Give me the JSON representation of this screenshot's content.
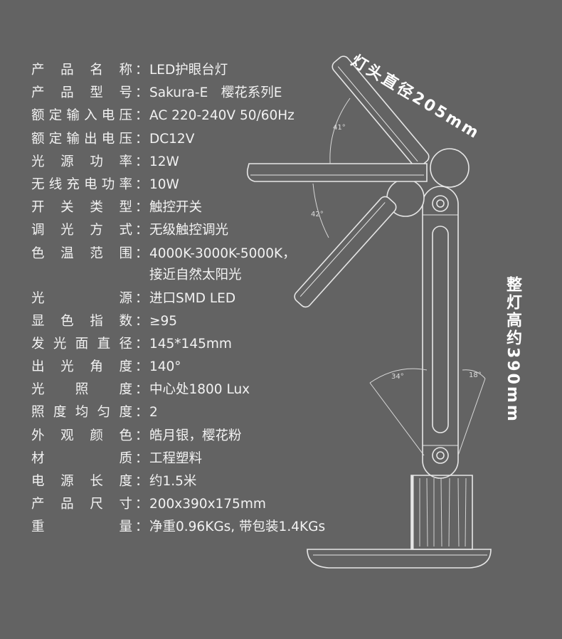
{
  "specs": [
    {
      "label": [
        "产",
        "品",
        "名",
        "称"
      ],
      "value": "LED护眼台灯"
    },
    {
      "label": [
        "产",
        "品",
        "型",
        "号"
      ],
      "value": "Sakura-E　樱花系列E"
    },
    {
      "label": [
        "额",
        "定",
        "输",
        "入",
        "电",
        "压"
      ],
      "value": "AC 220-240V 50/60Hz"
    },
    {
      "label": [
        "额",
        "定",
        "输",
        "出",
        "电",
        "压"
      ],
      "value": "DC12V"
    },
    {
      "label": [
        "光",
        "源",
        "功",
        "率"
      ],
      "value": "12W"
    },
    {
      "label": [
        "无",
        "线",
        "充",
        "电",
        "功",
        "率"
      ],
      "value": "10W"
    },
    {
      "label": [
        "开",
        "关",
        "类",
        "型"
      ],
      "value": "触控开关"
    },
    {
      "label": [
        "调",
        "光",
        "方",
        "式"
      ],
      "value": "无级触控调光"
    },
    {
      "label": [
        "色",
        "温",
        "范",
        "围"
      ],
      "value": "4000K-3000K-5000K，",
      "value2": "接近自然太阳光"
    },
    {
      "label": [
        "光",
        "源"
      ],
      "value": "进口SMD LED"
    },
    {
      "label": [
        "显",
        "色",
        "指",
        "数"
      ],
      "value": "≥95"
    },
    {
      "label": [
        "发",
        "光",
        "面",
        "直",
        "径"
      ],
      "value": "145*145mm"
    },
    {
      "label": [
        "出",
        "光",
        "角",
        "度"
      ],
      "value": "140°"
    },
    {
      "label": [
        "光",
        "照",
        "度"
      ],
      "value": "中心处1800 Lux"
    },
    {
      "label": [
        "照",
        "度",
        "均",
        "匀",
        "度"
      ],
      "value": "2"
    },
    {
      "label": [
        "外",
        "观",
        "颜",
        "色"
      ],
      "value": "皓月银，樱花粉"
    },
    {
      "label": [
        "材",
        "质"
      ],
      "value": "工程塑料"
    },
    {
      "label": [
        "电",
        "源",
        "长",
        "度"
      ],
      "value": "约1.5米"
    },
    {
      "label": [
        "产",
        "品",
        "尺",
        "寸"
      ],
      "value": "200x390x175mm"
    },
    {
      "label": [
        "重",
        "量"
      ],
      "value": "净重0.96KGs, 带包装1.4KGs"
    }
  ],
  "colon": "：",
  "dimensions": {
    "head_diameter": "灯头直径205mm",
    "total_height": "整灯高约390mm"
  },
  "angles": {
    "a41": "41°",
    "a42": "42°",
    "a34": "34°",
    "a18": "18°"
  },
  "colors": {
    "background": "#636363",
    "line": "#e6e6e6",
    "text": "#f2f2f2"
  }
}
